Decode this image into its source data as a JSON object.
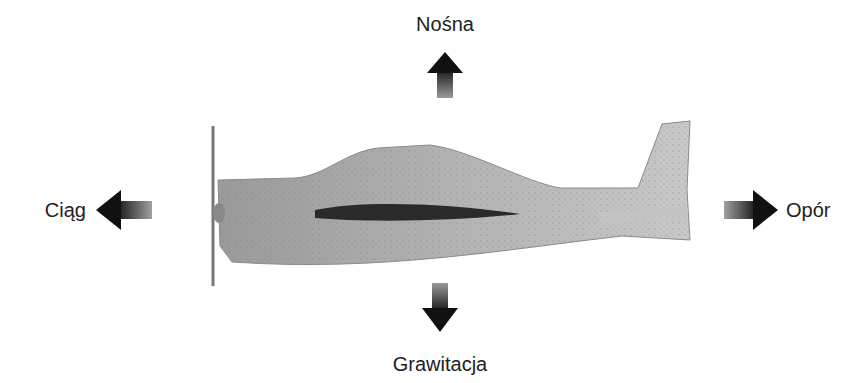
{
  "diagram": {
    "labels": [
      "Nośna",
      "Ciąg",
      "Opór",
      "Grawitacja"
    ]
  }
}
